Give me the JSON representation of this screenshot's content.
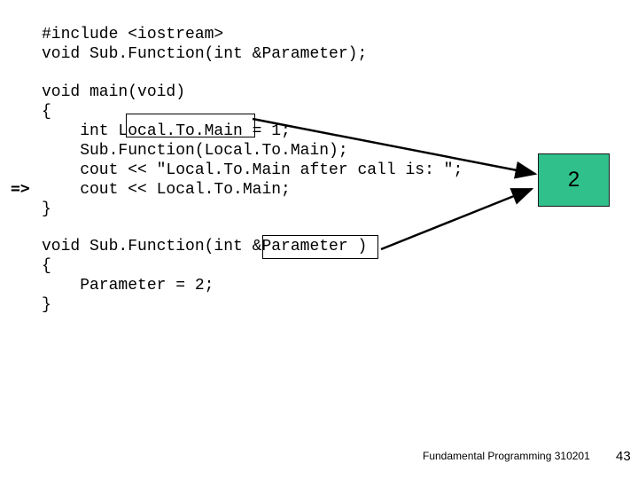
{
  "code": {
    "header_lines": [
      "#include <iostream>",
      "void Sub.Function(int &Parameter);"
    ],
    "main_lines": [
      "void main(void)",
      "{",
      "    int Local.To.Main = 1;",
      "    Sub.Function(Local.To.Main);",
      "    cout << \"Local.To.Main after call is: \";",
      "    cout << Local.To.Main;",
      "}"
    ],
    "sub_lines": [
      "void Sub.Function(int &Parameter )",
      "{",
      "    Parameter = 2;",
      "}"
    ]
  },
  "execution_marker": "=>",
  "memory_value": "2",
  "footer": {
    "course": "Fundamental Programming 310201",
    "page_number": "43"
  }
}
